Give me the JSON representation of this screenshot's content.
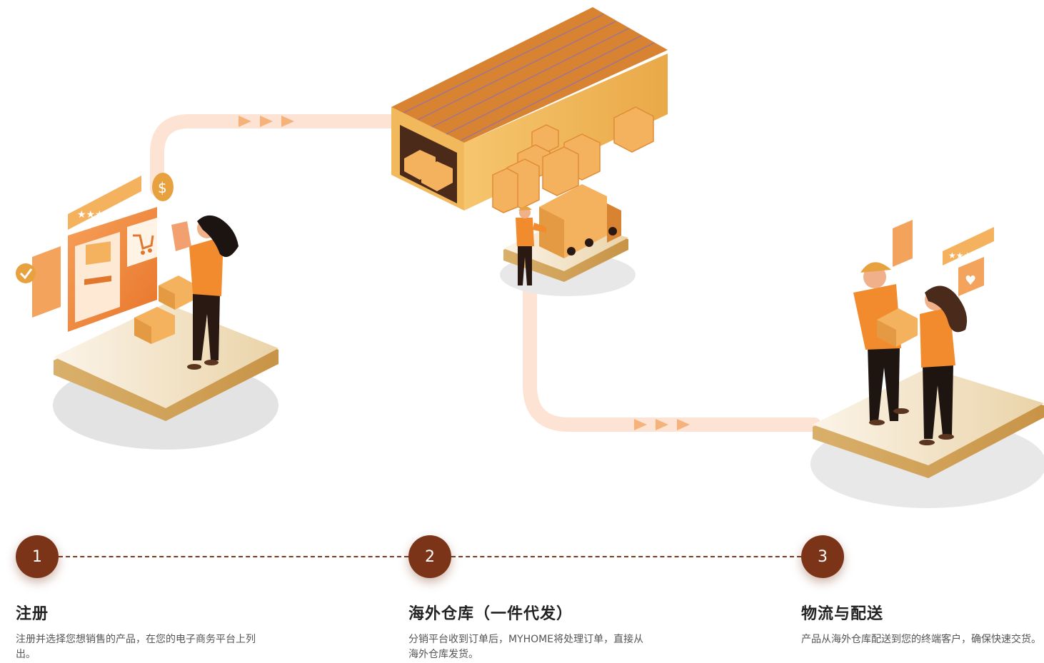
{
  "steps": [
    {
      "number": "1",
      "title": "注册",
      "desc": "注册并选择您想销售的产品，在您的电子商务平台上列出。"
    },
    {
      "number": "2",
      "title": "海外仓库（一件代发）",
      "desc": "分销平台收到订单后，MYHOME将处理订单，直接从海外仓库发货。"
    },
    {
      "number": "3",
      "title": "物流与配送",
      "desc": "产品从海外仓库配送到您的终端客户，确保快速交货。"
    }
  ],
  "colors": {
    "accent": "#7b3418",
    "orange": "#f28a2e",
    "box": "#f5b25e",
    "path": "#fde3d3",
    "platform": "#f2e2c6"
  },
  "icons": [
    "star-icon",
    "dollar-coin-icon",
    "shopping-cart-icon",
    "check-icon",
    "heart-icon",
    "arrow-chevron-icon"
  ]
}
